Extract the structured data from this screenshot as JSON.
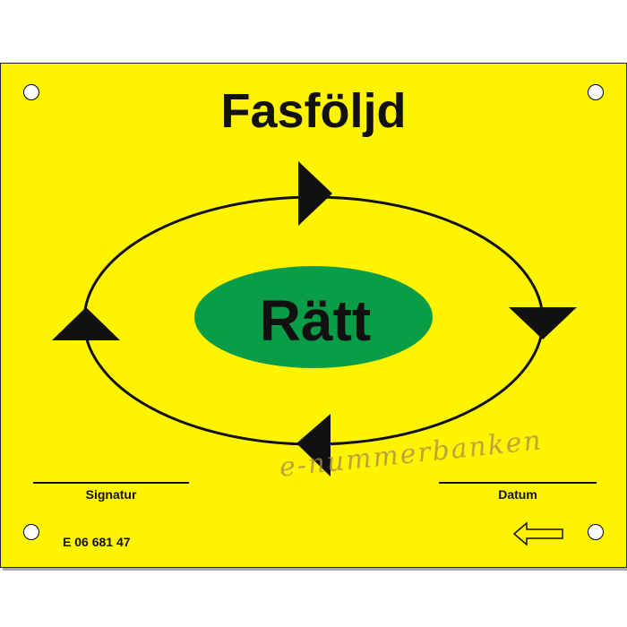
{
  "sign": {
    "title": "Fasföljd",
    "center_label": "Rätt",
    "signature_label": "Signatur",
    "date_label": "Datum",
    "product_code": "E 06 681 47",
    "watermark": "e-nummerbanken"
  },
  "colors": {
    "sign_background": "#fff400",
    "center_ellipse": "#0a9d48",
    "ink": "#111111"
  },
  "icons": {
    "arrows": "rotation-direction-arrows",
    "mounting_holes": "screw-holes",
    "pointer": "left-arrow-outline-icon"
  }
}
